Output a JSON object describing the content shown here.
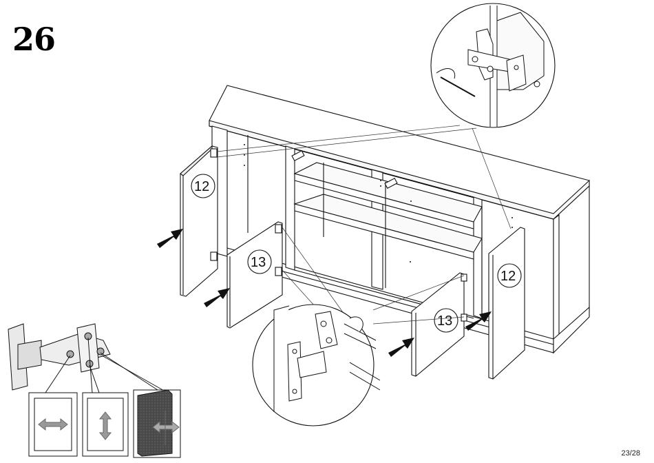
{
  "step": {
    "number": "26"
  },
  "page": {
    "indicator": "23/28"
  },
  "callouts": [
    {
      "id": "door-left-outer",
      "label": "12"
    },
    {
      "id": "door-left-inner",
      "label": "13"
    },
    {
      "id": "door-right-inner",
      "label": "13"
    },
    {
      "id": "door-right-outer",
      "label": "12"
    }
  ],
  "icons": {
    "arrow": "black-push-arrow",
    "horizontal": "left-right-arrow-icon",
    "vertical": "up-down-arrow-icon",
    "depth": "depth-arrow-icon"
  },
  "colors": {
    "line": "#111111",
    "panel_fill": "#ffffff",
    "dark_panel": "#555555"
  }
}
